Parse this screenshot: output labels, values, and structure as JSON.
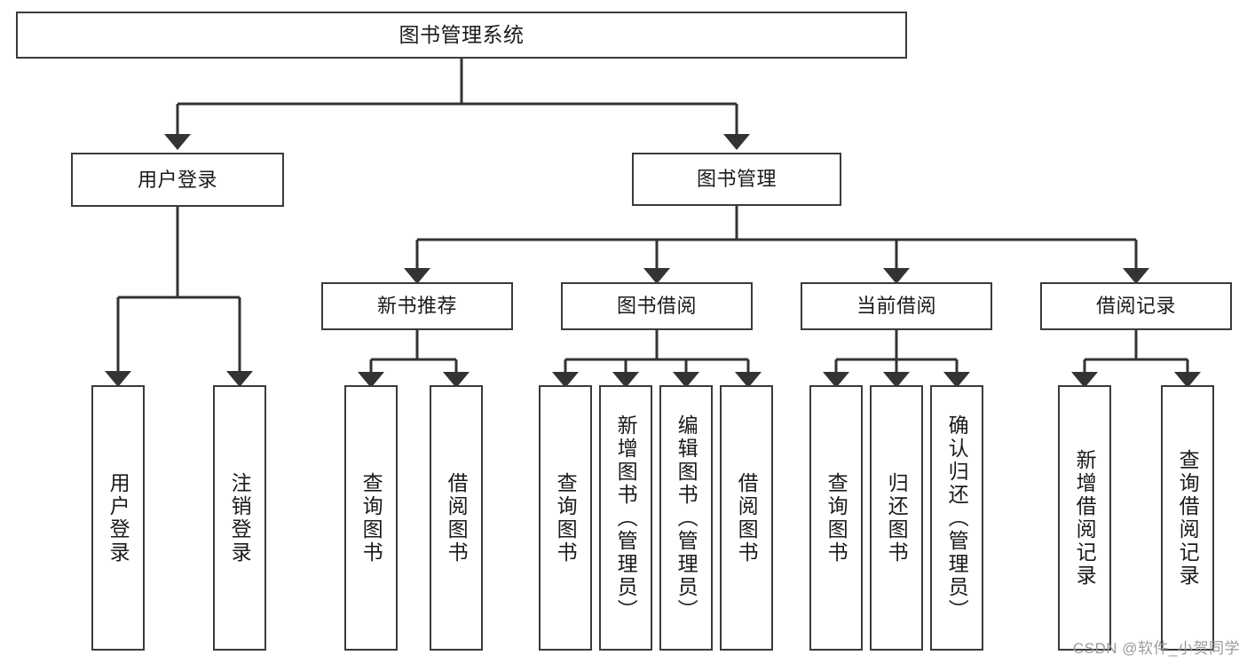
{
  "diagram": {
    "title": "图书管理系统",
    "type": "hierarchy-tree",
    "watermark": "CSDN @软件_小贺同学",
    "colors": {
      "box_border": "#3a3a3a",
      "box_fill": "#ffffff",
      "connector": "#333333",
      "text": "#1a1a1a",
      "watermark": "#9a9a9a"
    },
    "nodes": {
      "root": {
        "label": "图书管理系统"
      },
      "level2": [
        {
          "label": "用户登录"
        },
        {
          "label": "图书管理"
        }
      ],
      "level3": [
        {
          "label": "新书推荐"
        },
        {
          "label": "图书借阅"
        },
        {
          "label": "当前借阅"
        },
        {
          "label": "借阅记录"
        }
      ],
      "leaves": {
        "user_login": [
          {
            "label": "用户登录"
          },
          {
            "label": "注销登录"
          }
        ],
        "new_book_recommend": [
          {
            "label": "查询图书"
          },
          {
            "label": "借阅图书"
          }
        ],
        "book_borrow": [
          {
            "label": "查询图书"
          },
          {
            "label": "新增图书（管理员）"
          },
          {
            "label": "编辑图书（管理员）"
          },
          {
            "label": "借阅图书"
          }
        ],
        "current_borrow": [
          {
            "label": "查询图书"
          },
          {
            "label": "归还图书"
          },
          {
            "label": "确认归还（管理员）"
          }
        ],
        "borrow_record": [
          {
            "label": "新增借阅记录"
          },
          {
            "label": "查询借阅记录"
          }
        ]
      }
    }
  }
}
